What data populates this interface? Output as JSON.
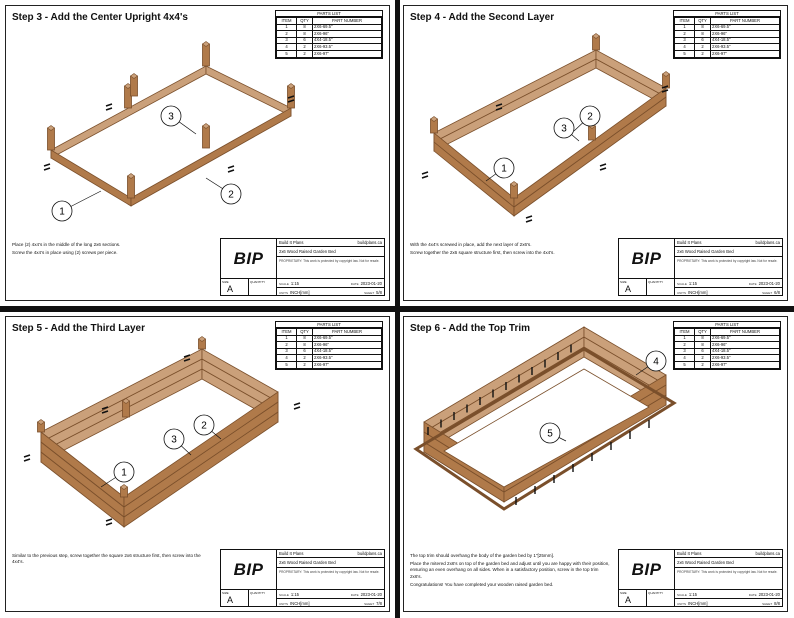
{
  "parts_list": {
    "title": "PARTS LIST",
    "headers": [
      "ITEM",
      "QTY",
      "PART NUMBER"
    ],
    "rows": [
      {
        "item": "1",
        "qty": "8",
        "part": "2X6-69.5\""
      },
      {
        "item": "2",
        "qty": "8",
        "part": "2X6-96\""
      },
      {
        "item": "3",
        "qty": "6",
        "part": "4X4-18.5\""
      },
      {
        "item": "4",
        "qty": "2",
        "part": "2X6-93.5\""
      },
      {
        "item": "5",
        "qty": "2",
        "part": "2X6-97\""
      }
    ]
  },
  "title_block": {
    "logo": "BIP",
    "company": "Build It Plans",
    "website": "buildplans.ca",
    "drawing_title": "2x6 Wood Raised Garden Bed",
    "notice": "PROPRIETARY: This work is protected by copyright law. Not for resale.",
    "size_label": "SIZE",
    "size": "A",
    "qty_label": "QUANTITY",
    "scale_label": "SCALE",
    "scale": "1:15",
    "date_label": "DATE",
    "date": "2023-01-20",
    "units_label": "UNITS",
    "units": "INCH[mm]",
    "sheet_label": "SHEET"
  },
  "panels": [
    {
      "title": "Step 3 - Add the Center Upright 4x4's",
      "desc": [
        "Place (2) 4x4's in the middle of the long 2x6 sections.",
        "Screw the 4x4's in place using (2) screws per piece."
      ],
      "sheet": "5/8",
      "callouts": [
        "1",
        "2",
        "3"
      ]
    },
    {
      "title": "Step 4 - Add the Second Layer",
      "desc": [
        "With the 4x4's screwed in place, add the next layer of 2x6's.",
        "Screw together the 2x6 square structure first, then screw into the 4x4's."
      ],
      "sheet": "6/8",
      "callouts": [
        "1",
        "2",
        "3"
      ]
    },
    {
      "title": "Step 5 - Add the Third Layer",
      "desc": [
        "Similar to the previous step, screw together the square 2x6 structure first, then screw into the 4x4's."
      ],
      "sheet": "7/8",
      "callouts": [
        "1",
        "2",
        "3"
      ]
    },
    {
      "title": "Step 6 - Add the Top Trim",
      "desc": [
        "The top trim should overhang the body of the garden bed by 1\"[25mm].",
        "Place the mitered 2x6's on top of the garden bed and adjust until you are happy with their position, ensuring an even overhang on all sides. When in a satisfactory position, screw in the top trim 2x6's.",
        "Congratulations! You have completed your wooden raised garden bed."
      ],
      "sheet": "8/8",
      "callouts": [
        "4",
        "5"
      ]
    }
  ],
  "colors": {
    "wood": "#b07a4a",
    "wood_dark": "#7a4f2b",
    "wood_light": "#caa07a",
    "ink": "#111111"
  }
}
